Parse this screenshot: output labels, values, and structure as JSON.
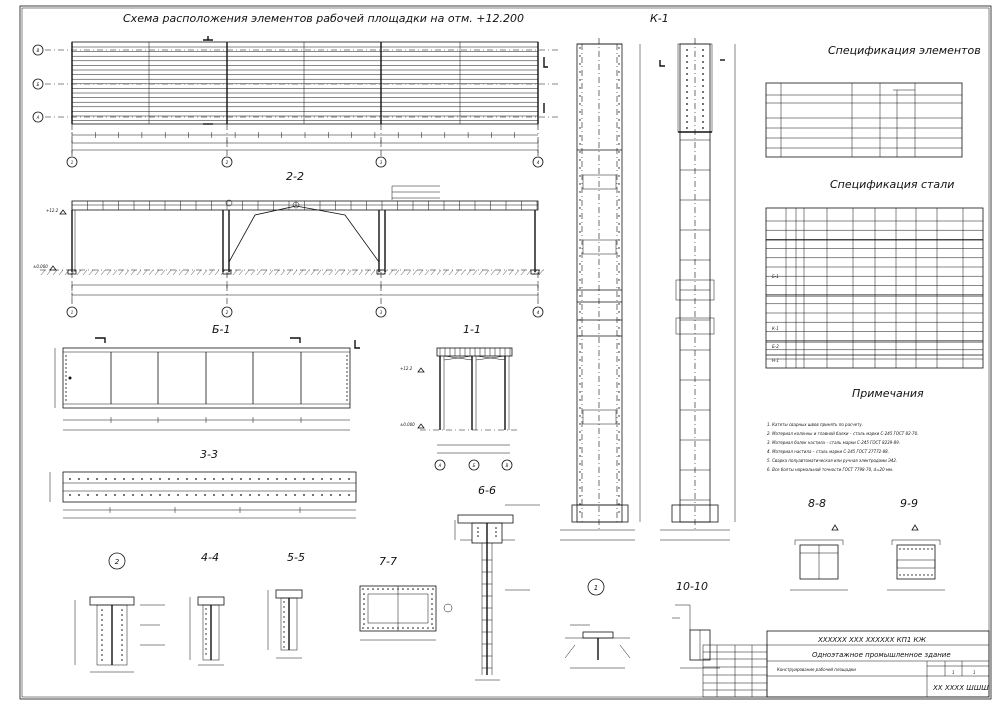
{
  "views": {
    "plan_title": "Схема расположения элементов рабочей площадки на отм. +12.200",
    "section_2_2": "2-2",
    "section_b_1": "Б-1",
    "section_1_1": "1-1",
    "section_3_3": "3-3",
    "section_6_6": "6-6",
    "section_k_1": "К-1",
    "section_4_4": "4-4",
    "section_5_5": "5-5",
    "section_7_7": "7-7",
    "section_8_8": "8-8",
    "section_9_9": "9-9",
    "section_10_10": "10-10",
    "node_1": "1",
    "node_2": "2"
  },
  "axes": {
    "grid_numbers": [
      "1",
      "2",
      "3",
      "4"
    ],
    "row_letters": [
      "В",
      "Б",
      "А"
    ],
    "section_1_1_axes": [
      "А",
      "Б",
      "В"
    ]
  },
  "elevations": {
    "plus_12_2": "+12.2",
    "zero": "±0.000"
  },
  "spec_elements": {
    "title": "Спецификация элементов"
  },
  "spec_steel": {
    "title": "Спецификация стали",
    "groups": [
      "Б-1",
      "К-1",
      "Б-2",
      "Н-1"
    ]
  },
  "notes": {
    "title": "Примечания",
    "items": [
      "1. Катеты сварных швов принять по расчету.",
      "2. Материал колонны и главной балки – сталь марки С-245 ГОСТ 82-70.",
      "3. Материал балок настила – сталь марки С-245 ГОСТ 8239-89.",
      "4. Материал настила – сталь марки С-245 ГОСТ 27772-88.",
      "5. Сварка полуавтоматическая или ручная электродами Э42.",
      "6. Все болты нормальной точности ГОСТ 7798-70, d=20 мм."
    ]
  },
  "title_block": {
    "code": "ХХХХХХ ХХХ ХХХХХХ КП1 КЖ",
    "building": "Одноэтажное промышленное здание",
    "sheet_name": "Конструирование рабочей площадки",
    "sheet_no": "1",
    "sheets": "1",
    "group": "ХХ ХХХХ ШШШ"
  }
}
